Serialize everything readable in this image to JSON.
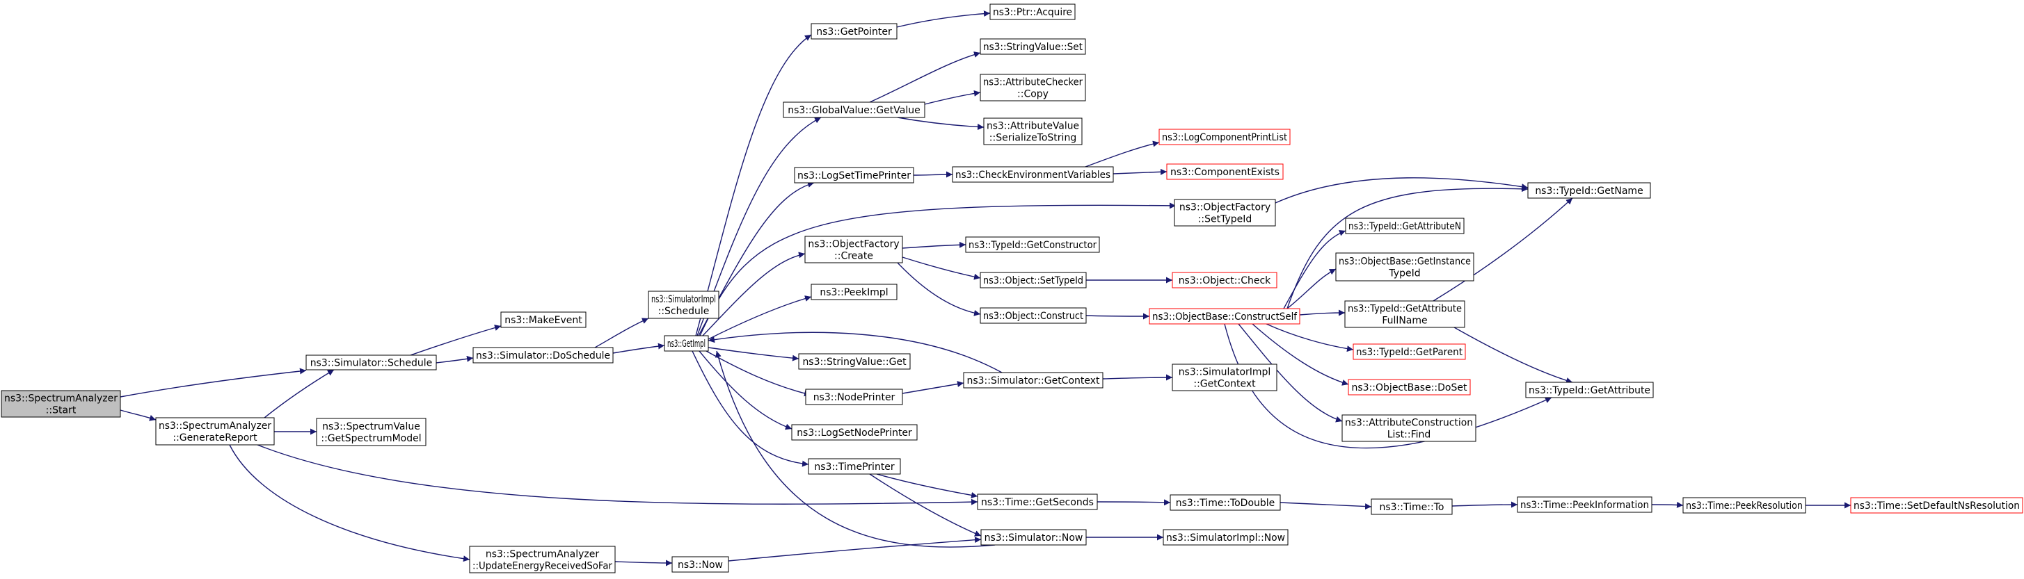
{
  "colors": {
    "edge": "#191970",
    "node_border": "#000000",
    "truncated_border": "#ff0000",
    "root_fill": "#bfbfbf",
    "node_fill": "#ffffff"
  },
  "nodes": [
    {
      "id": "spectrum-analyzer-start",
      "lines": [
        "ns3::SpectrumAnalyzer",
        "::Start"
      ],
      "root": true
    },
    {
      "id": "simulator-schedule",
      "lines": [
        "ns3::Simulator::Schedule"
      ]
    },
    {
      "id": "spectrum-analyzer-generate-report",
      "lines": [
        "ns3::SpectrumAnalyzer",
        "::GenerateReport"
      ]
    },
    {
      "id": "make-event",
      "lines": [
        "ns3::MakeEvent"
      ]
    },
    {
      "id": "simulator-do-schedule",
      "lines": [
        "ns3::Simulator::DoSchedule"
      ]
    },
    {
      "id": "simulator-impl-schedule",
      "lines": [
        "ns3::SimulatorImpl",
        "::Schedule"
      ]
    },
    {
      "id": "get-impl",
      "lines": [
        "ns3::GetImpl"
      ]
    },
    {
      "id": "spectrum-value-get-spectrum-model",
      "lines": [
        "ns3::SpectrumValue",
        "::GetSpectrumModel"
      ]
    },
    {
      "id": "time-get-seconds",
      "lines": [
        "ns3::Time::GetSeconds"
      ]
    },
    {
      "id": "spectrum-analyzer-update-energy",
      "lines": [
        "ns3::SpectrumAnalyzer",
        "::UpdateEnergyReceivedSoFar"
      ]
    },
    {
      "id": "ns3-now",
      "lines": [
        "ns3::Now"
      ]
    },
    {
      "id": "simulator-now",
      "lines": [
        "ns3::Simulator::Now"
      ]
    },
    {
      "id": "get-pointer",
      "lines": [
        "ns3::GetPointer"
      ]
    },
    {
      "id": "ptr-acquire",
      "lines": [
        "ns3::Ptr::Acquire"
      ]
    },
    {
      "id": "global-value-get-value",
      "lines": [
        "ns3::GlobalValue::GetValue"
      ]
    },
    {
      "id": "string-value-set",
      "lines": [
        "ns3::StringValue::Set"
      ]
    },
    {
      "id": "attribute-checker-copy",
      "lines": [
        "ns3::AttributeChecker",
        "::Copy"
      ]
    },
    {
      "id": "attribute-value-serialize",
      "lines": [
        "ns3::AttributeValue",
        "::SerializeToString"
      ]
    },
    {
      "id": "log-set-time-printer",
      "lines": [
        "ns3::LogSetTimePrinter"
      ]
    },
    {
      "id": "check-environment-variables",
      "lines": [
        "ns3::CheckEnvironmentVariables"
      ]
    },
    {
      "id": "log-component-print-list",
      "lines": [
        "ns3::LogComponentPrintList"
      ],
      "truncated": true
    },
    {
      "id": "component-exists",
      "lines": [
        "ns3::ComponentExists"
      ],
      "truncated": true
    },
    {
      "id": "object-factory-set-type-id",
      "lines": [
        "ns3::ObjectFactory",
        "::SetTypeId"
      ]
    },
    {
      "id": "type-id-get-name",
      "lines": [
        "ns3::TypeId::GetName"
      ]
    },
    {
      "id": "object-factory-create",
      "lines": [
        "ns3::ObjectFactory",
        "::Create"
      ]
    },
    {
      "id": "type-id-get-constructor",
      "lines": [
        "ns3::TypeId::GetConstructor"
      ]
    },
    {
      "id": "object-set-type-id",
      "lines": [
        "ns3::Object::SetTypeId"
      ]
    },
    {
      "id": "object-check",
      "lines": [
        "ns3::Object::Check"
      ],
      "truncated": true
    },
    {
      "id": "object-construct",
      "lines": [
        "ns3::Object::Construct"
      ]
    },
    {
      "id": "object-base-construct-self",
      "lines": [
        "ns3::ObjectBase::ConstructSelf"
      ],
      "truncated": true
    },
    {
      "id": "type-id-get-attribute-n",
      "lines": [
        "ns3::TypeId::GetAttributeN"
      ]
    },
    {
      "id": "object-base-get-instance-type-id",
      "lines": [
        "ns3::ObjectBase::GetInstance",
        "TypeId"
      ]
    },
    {
      "id": "type-id-get-attribute-full-name",
      "lines": [
        "ns3::TypeId::GetAttribute",
        "FullName"
      ]
    },
    {
      "id": "type-id-get-parent",
      "lines": [
        "ns3::TypeId::GetParent"
      ],
      "truncated": true
    },
    {
      "id": "object-base-do-set",
      "lines": [
        "ns3::ObjectBase::DoSet"
      ],
      "truncated": true
    },
    {
      "id": "attribute-construction-list-find",
      "lines": [
        "ns3::AttributeConstruction",
        "List::Find"
      ]
    },
    {
      "id": "type-id-get-attribute",
      "lines": [
        "ns3::TypeId::GetAttribute"
      ]
    },
    {
      "id": "peek-impl",
      "lines": [
        "ns3::PeekImpl"
      ]
    },
    {
      "id": "string-value-get",
      "lines": [
        "ns3::StringValue::Get"
      ]
    },
    {
      "id": "node-printer",
      "lines": [
        "ns3::NodePrinter"
      ]
    },
    {
      "id": "simulator-get-context",
      "lines": [
        "ns3::Simulator::GetContext"
      ]
    },
    {
      "id": "simulator-impl-get-context",
      "lines": [
        "ns3::SimulatorImpl",
        "::GetContext"
      ]
    },
    {
      "id": "log-set-node-printer",
      "lines": [
        "ns3::LogSetNodePrinter"
      ]
    },
    {
      "id": "time-printer",
      "lines": [
        "ns3::TimePrinter"
      ]
    },
    {
      "id": "time-to-double",
      "lines": [
        "ns3::Time::ToDouble"
      ]
    },
    {
      "id": "time-to",
      "lines": [
        "ns3::Time::To"
      ]
    },
    {
      "id": "time-peek-information",
      "lines": [
        "ns3::Time::PeekInformation"
      ]
    },
    {
      "id": "time-peek-resolution",
      "lines": [
        "ns3::Time::PeekResolution"
      ]
    },
    {
      "id": "time-set-default-ns-resolution",
      "lines": [
        "ns3::Time::SetDefaultNsResolution"
      ],
      "truncated": true
    },
    {
      "id": "simulator-impl-now",
      "lines": [
        "ns3::SimulatorImpl::Now"
      ]
    }
  ],
  "edges": [
    [
      "spectrum-analyzer-start",
      "simulator-schedule"
    ],
    [
      "spectrum-analyzer-start",
      "spectrum-analyzer-generate-report"
    ],
    [
      "simulator-schedule",
      "make-event"
    ],
    [
      "simulator-schedule",
      "simulator-do-schedule"
    ],
    [
      "simulator-do-schedule",
      "simulator-impl-schedule"
    ],
    [
      "simulator-do-schedule",
      "get-impl"
    ],
    [
      "spectrum-analyzer-generate-report",
      "simulator-schedule"
    ],
    [
      "spectrum-analyzer-generate-report",
      "spectrum-value-get-spectrum-model"
    ],
    [
      "spectrum-analyzer-generate-report",
      "time-get-seconds"
    ],
    [
      "spectrum-analyzer-generate-report",
      "spectrum-analyzer-update-energy"
    ],
    [
      "spectrum-analyzer-update-energy",
      "ns3-now"
    ],
    [
      "ns3-now",
      "simulator-now"
    ],
    [
      "get-impl",
      "get-pointer"
    ],
    [
      "get-impl",
      "global-value-get-value"
    ],
    [
      "get-impl",
      "log-set-time-printer"
    ],
    [
      "get-impl",
      "object-factory-set-type-id"
    ],
    [
      "get-impl",
      "object-factory-create"
    ],
    [
      "get-impl",
      "peek-impl"
    ],
    [
      "get-impl",
      "string-value-get"
    ],
    [
      "get-impl",
      "node-printer"
    ],
    [
      "get-impl",
      "log-set-node-printer"
    ],
    [
      "get-impl",
      "time-printer"
    ],
    [
      "get-pointer",
      "ptr-acquire"
    ],
    [
      "global-value-get-value",
      "string-value-set"
    ],
    [
      "global-value-get-value",
      "attribute-checker-copy"
    ],
    [
      "global-value-get-value",
      "attribute-value-serialize"
    ],
    [
      "log-set-time-printer",
      "check-environment-variables"
    ],
    [
      "check-environment-variables",
      "log-component-print-list"
    ],
    [
      "check-environment-variables",
      "component-exists"
    ],
    [
      "object-factory-set-type-id",
      "type-id-get-name"
    ],
    [
      "object-factory-create",
      "type-id-get-constructor"
    ],
    [
      "object-factory-create",
      "object-set-type-id"
    ],
    [
      "object-factory-create",
      "object-construct"
    ],
    [
      "object-set-type-id",
      "object-check"
    ],
    [
      "object-construct",
      "object-base-construct-self"
    ],
    [
      "object-base-construct-self",
      "type-id-get-name"
    ],
    [
      "object-base-construct-self",
      "type-id-get-attribute-n"
    ],
    [
      "object-base-construct-self",
      "object-base-get-instance-type-id"
    ],
    [
      "object-base-construct-self",
      "type-id-get-attribute-full-name"
    ],
    [
      "object-base-construct-self",
      "type-id-get-parent"
    ],
    [
      "object-base-construct-self",
      "object-base-do-set"
    ],
    [
      "object-base-construct-self",
      "attribute-construction-list-find"
    ],
    [
      "object-base-construct-self",
      "type-id-get-attribute"
    ],
    [
      "type-id-get-attribute-full-name",
      "type-id-get-name"
    ],
    [
      "type-id-get-attribute-full-name",
      "type-id-get-attribute"
    ],
    [
      "node-printer",
      "simulator-get-context"
    ],
    [
      "simulator-get-context",
      "get-impl"
    ],
    [
      "simulator-get-context",
      "simulator-impl-get-context"
    ],
    [
      "time-printer",
      "time-get-seconds"
    ],
    [
      "time-printer",
      "simulator-now"
    ],
    [
      "time-get-seconds",
      "time-to-double"
    ],
    [
      "time-to-double",
      "time-to"
    ],
    [
      "time-to",
      "time-peek-information"
    ],
    [
      "time-peek-information",
      "time-peek-resolution"
    ],
    [
      "time-peek-resolution",
      "time-set-default-ns-resolution"
    ],
    [
      "simulator-now",
      "get-impl"
    ],
    [
      "simulator-now",
      "simulator-impl-now"
    ]
  ]
}
